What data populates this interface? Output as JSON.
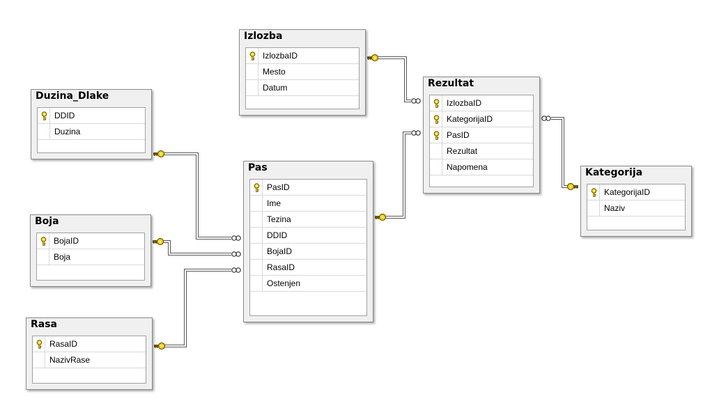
{
  "tables": [
    {
      "id": "izlozba",
      "title": "Izlozba",
      "columns": [
        {
          "name": "IzlozbaID",
          "pk": true
        },
        {
          "name": "Mesto",
          "pk": false
        },
        {
          "name": "Datum",
          "pk": false
        }
      ]
    },
    {
      "id": "rezultat",
      "title": "Rezultat",
      "columns": [
        {
          "name": "IzlozbaID",
          "pk": true
        },
        {
          "name": "KategorijaID",
          "pk": true
        },
        {
          "name": "PasID",
          "pk": true
        },
        {
          "name": "Rezultat",
          "pk": false
        },
        {
          "name": "Napomena",
          "pk": false
        }
      ]
    },
    {
      "id": "duzina_dlake",
      "title": "Duzina_Dlake",
      "columns": [
        {
          "name": "DDID",
          "pk": true
        },
        {
          "name": "Duzina",
          "pk": false
        }
      ]
    },
    {
      "id": "pas",
      "title": "Pas",
      "columns": [
        {
          "name": "PasID",
          "pk": true
        },
        {
          "name": "Ime",
          "pk": false
        },
        {
          "name": "Tezina",
          "pk": false
        },
        {
          "name": "DDID",
          "pk": false
        },
        {
          "name": "BojaID",
          "pk": false
        },
        {
          "name": "RasaID",
          "pk": false
        },
        {
          "name": "Ostenjen",
          "pk": false
        }
      ]
    },
    {
      "id": "kategorija",
      "title": "Kategorija",
      "columns": [
        {
          "name": "KategorijaID",
          "pk": true
        },
        {
          "name": "Naziv",
          "pk": false
        }
      ]
    },
    {
      "id": "boja",
      "title": "Boja",
      "columns": [
        {
          "name": "BojaID",
          "pk": true
        },
        {
          "name": "Boja",
          "pk": false
        }
      ]
    },
    {
      "id": "rasa",
      "title": "Rasa",
      "columns": [
        {
          "name": "RasaID",
          "pk": true
        },
        {
          "name": "NazivRase",
          "pk": false
        }
      ]
    }
  ],
  "relationships": [
    {
      "from": "izlozba",
      "to": "rezultat"
    },
    {
      "from": "pas",
      "to": "rezultat"
    },
    {
      "from": "kategorija",
      "to": "rezultat"
    },
    {
      "from": "duzina_dlake",
      "to": "pas"
    },
    {
      "from": "boja",
      "to": "pas"
    },
    {
      "from": "rasa",
      "to": "pas"
    }
  ],
  "colors": {
    "key": "#f0d000",
    "line": "#555555"
  }
}
